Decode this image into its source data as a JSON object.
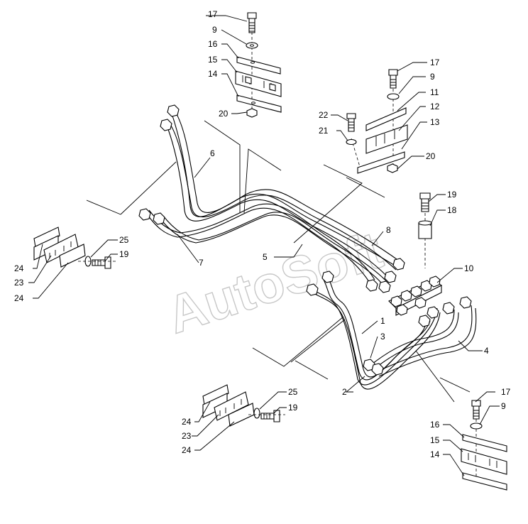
{
  "watermark": "AutoSoft",
  "callouts": {
    "c17a": "17",
    "c9a": "9",
    "c16a": "16",
    "c15a": "15",
    "c14a": "14",
    "c20a": "20",
    "c17b": "17",
    "c9b": "9",
    "c11": "11",
    "c12": "12",
    "c13": "13",
    "c22": "22",
    "c21": "21",
    "c20b": "20",
    "c19a": "19",
    "c18": "18",
    "c6": "6",
    "c8": "8",
    "c5": "5",
    "c7": "7",
    "c10": "10",
    "c24a": "24",
    "c23a": "23",
    "c24b": "24",
    "c25a": "25",
    "c19b": "19",
    "c1": "1",
    "c3": "3",
    "c2": "2",
    "c4": "4",
    "c24c": "24",
    "c23b": "23",
    "c24d": "24",
    "c25b": "25",
    "c19c": "19",
    "c17c": "17",
    "c9c": "9",
    "c16b": "16",
    "c15b": "15",
    "c14b": "14"
  }
}
